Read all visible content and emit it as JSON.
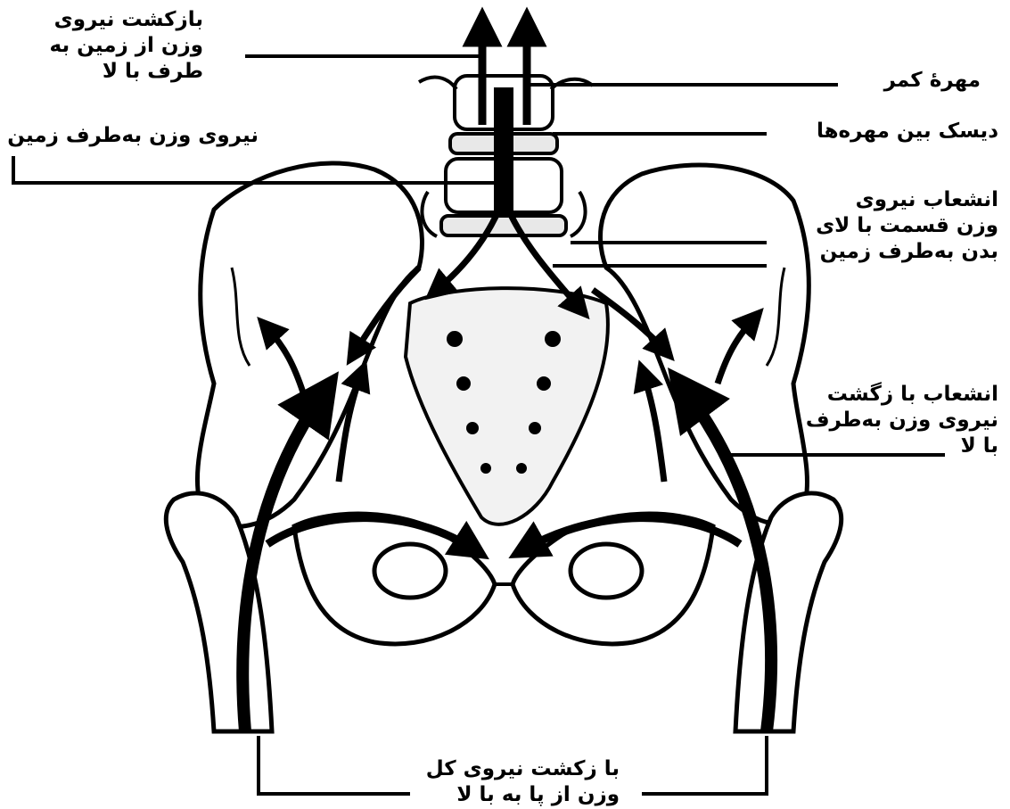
{
  "labels": {
    "ground_reaction_top": [
      "بازکشت نیروی",
      "وزن از زمین به",
      "طرف با لا"
    ],
    "weight_down": "نیروی وزن به‌طرف زمین",
    "lumbar_vertebra": "مهرهٔ کمر",
    "intervertebral_disc": "دیسک بین مهره‌ها",
    "upper_body_split": [
      "انشعاب نیروی",
      "وزن قسمت با لای",
      "بدن به‌طرف زمین"
    ],
    "return_split": [
      "انشعاب با زگشت",
      "نیروی وزن به‌طرف",
      "با لا"
    ],
    "total_return": [
      "با زکشت نیروی کل",
      "وزن از پا به با لا"
    ]
  },
  "colors": {
    "ink": "#000000",
    "paper": "#ffffff",
    "bone_shade": "#e8e8e8"
  }
}
